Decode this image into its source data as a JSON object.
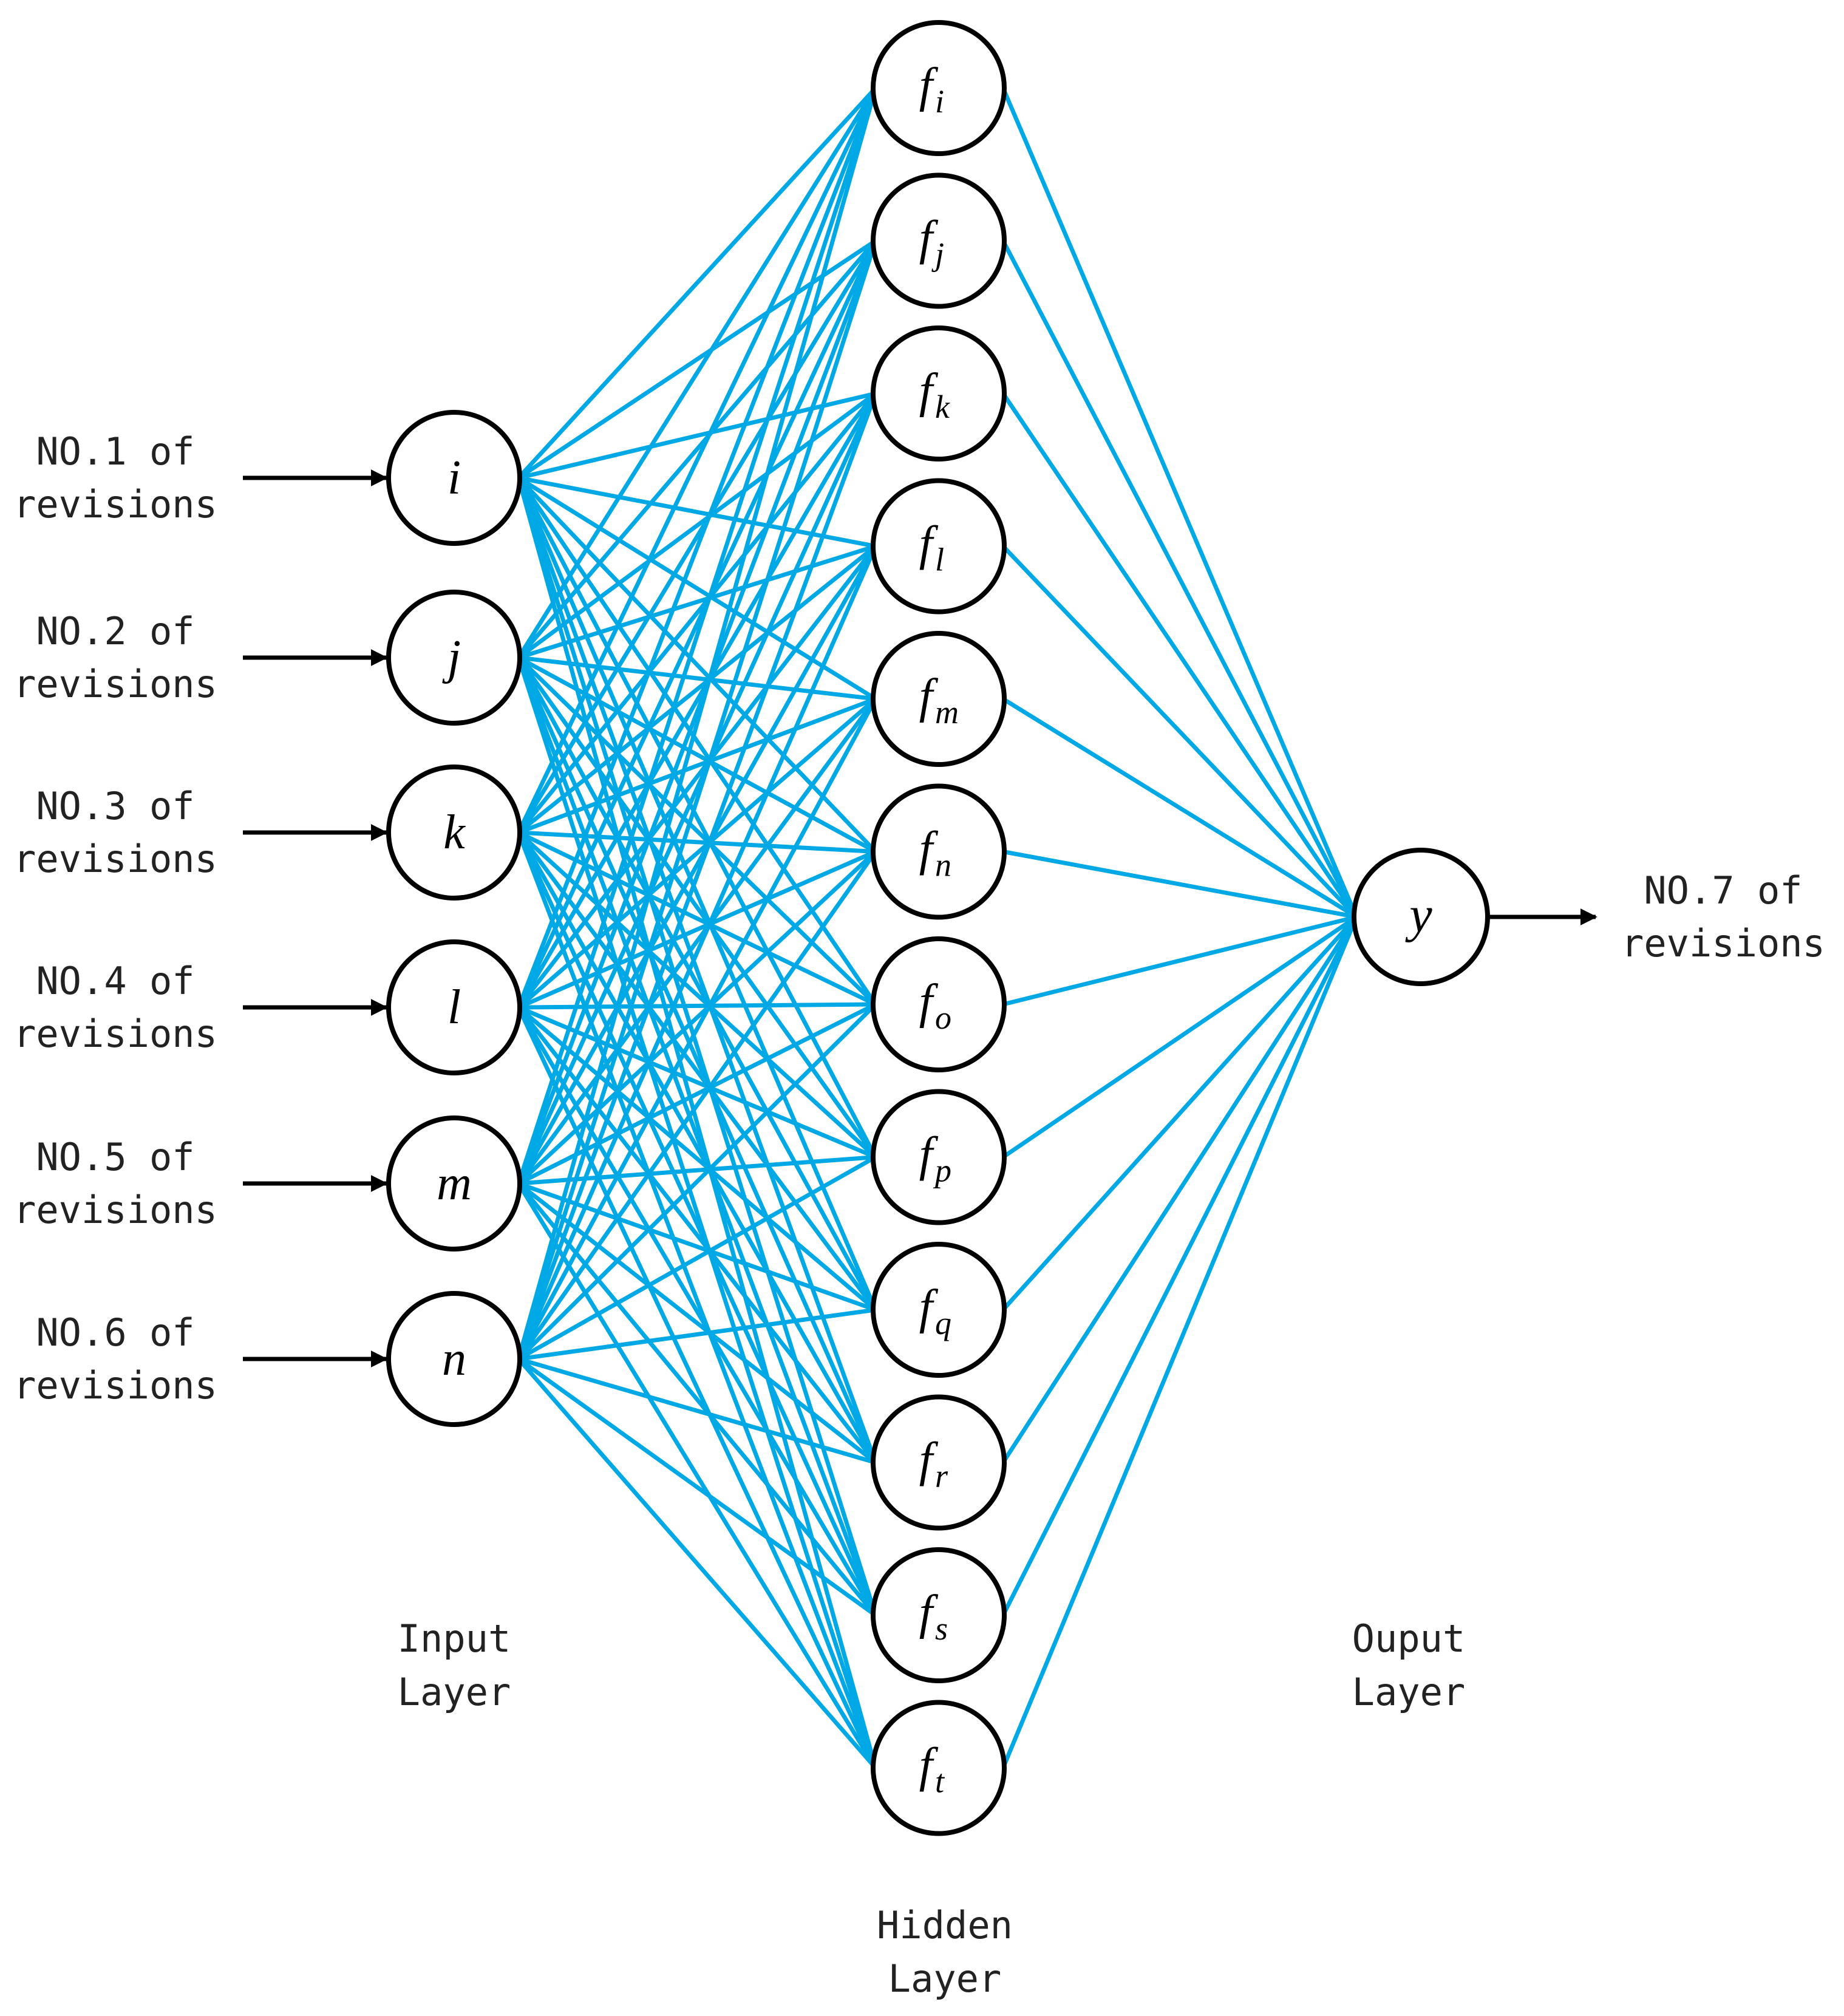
{
  "colors": {
    "connection": "#00A8E6",
    "node_stroke": "#000000",
    "arrow": "#000000",
    "background": "#FFFFFF"
  },
  "inputs": [
    {
      "node": "i",
      "label_line1": "NO.1 of",
      "label_line2": "revisions"
    },
    {
      "node": "j",
      "label_line1": "NO.2 of",
      "label_line2": "revisions"
    },
    {
      "node": "k",
      "label_line1": "NO.3 of",
      "label_line2": "revisions"
    },
    {
      "node": "l",
      "label_line1": "NO.4 of",
      "label_line2": "revisions"
    },
    {
      "node": "m",
      "label_line1": "NO.5 of",
      "label_line2": "revisions"
    },
    {
      "node": "n",
      "label_line1": "NO.6 of",
      "label_line2": "revisions"
    }
  ],
  "hidden": [
    {
      "base": "f",
      "sub": "i"
    },
    {
      "base": "f",
      "sub": "j"
    },
    {
      "base": "f",
      "sub": "k"
    },
    {
      "base": "f",
      "sub": "l"
    },
    {
      "base": "f",
      "sub": "m"
    },
    {
      "base": "f",
      "sub": "n"
    },
    {
      "base": "f",
      "sub": "o"
    },
    {
      "base": "f",
      "sub": "p"
    },
    {
      "base": "f",
      "sub": "q"
    },
    {
      "base": "f",
      "sub": "r"
    },
    {
      "base": "f",
      "sub": "s"
    },
    {
      "base": "f",
      "sub": "t"
    }
  ],
  "output": {
    "node": "y",
    "label_line1": "NO.7 of",
    "label_line2": "revisions"
  },
  "layers": {
    "input_line1": "Input",
    "input_line2": "Layer",
    "hidden_line1": "Hidden",
    "hidden_line2": "Layer",
    "output_line1": "Ouput",
    "output_line2": "Layer"
  }
}
